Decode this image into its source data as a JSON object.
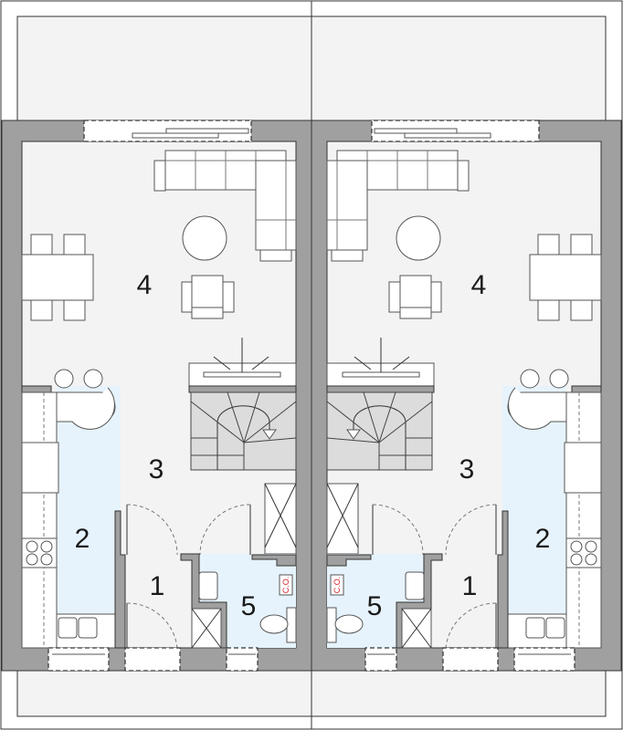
{
  "plan": {
    "units": [
      {
        "side": "left",
        "rooms": {
          "living": "4",
          "hall": "3",
          "kitchen": "2",
          "vestibule": "1",
          "wc": "5"
        },
        "boiler_label": "C.O."
      },
      {
        "side": "right",
        "rooms": {
          "living": "4",
          "hall": "3",
          "kitchen": "2",
          "vestibule": "1",
          "wc": "5"
        },
        "boiler_label": "C.O."
      }
    ],
    "colors": {
      "wall": "#a0a0a0",
      "floor": "#f3f3f3",
      "wet_area": "#e6f3fc",
      "boiler_label": "#d4242a"
    }
  }
}
